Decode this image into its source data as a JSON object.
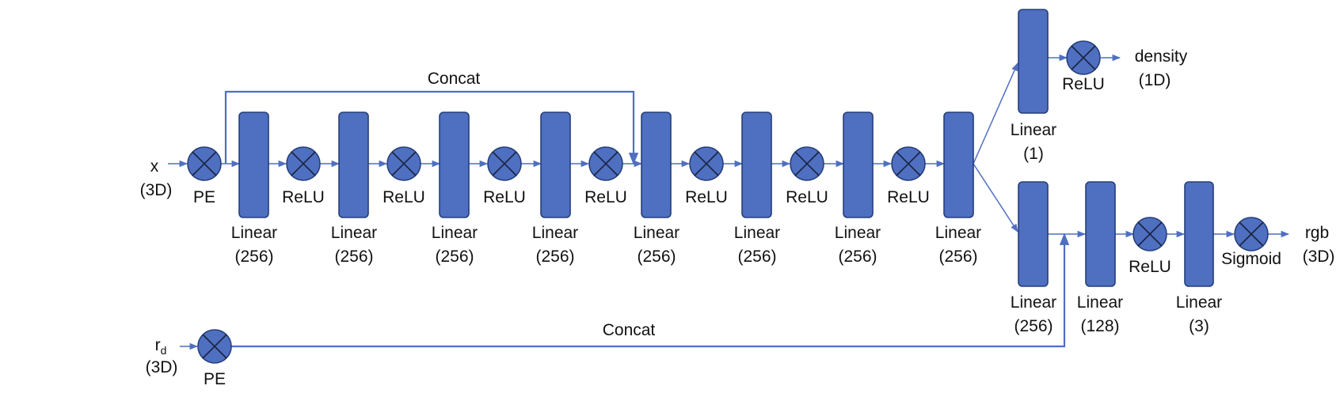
{
  "inputs": {
    "x": {
      "name": "x",
      "dim": "(3D)"
    },
    "rd": {
      "name": "r",
      "sub": "d",
      "dim": "(3D)"
    }
  },
  "labels": {
    "pe": "PE",
    "relu": "ReLU",
    "sigmoid": "Sigmoid",
    "concat": "Concat",
    "linear": "Linear"
  },
  "widths": {
    "w256": "(256)",
    "w128": "(128)",
    "w1": "(1)",
    "w3": "(3)"
  },
  "outputs": {
    "density": {
      "name": "density",
      "dim": "(1D)"
    },
    "rgb": {
      "name": "rgb",
      "dim": "(3D)"
    }
  },
  "colors": {
    "block_fill": "#4f6fc1",
    "block_stroke": "#253f7a",
    "connector": "#4f6fc1"
  }
}
